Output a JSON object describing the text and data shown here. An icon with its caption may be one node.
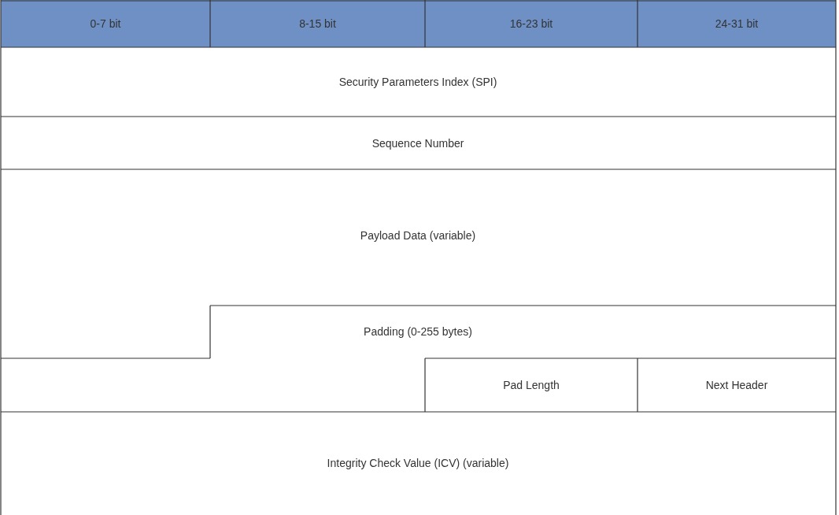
{
  "diagram": {
    "labels": [
      "0-7 bit",
      "8-15 bit",
      "16-23 bit",
      "24-31 bit",
      "Security Parameters Index (SPI)",
      "Sequence Number",
      "Payload Data (variable)",
      "Padding (0-255 bytes)",
      "Pad Length",
      "Next Header",
      "Integrity Check Value (ICV) (variable)"
    ]
  }
}
